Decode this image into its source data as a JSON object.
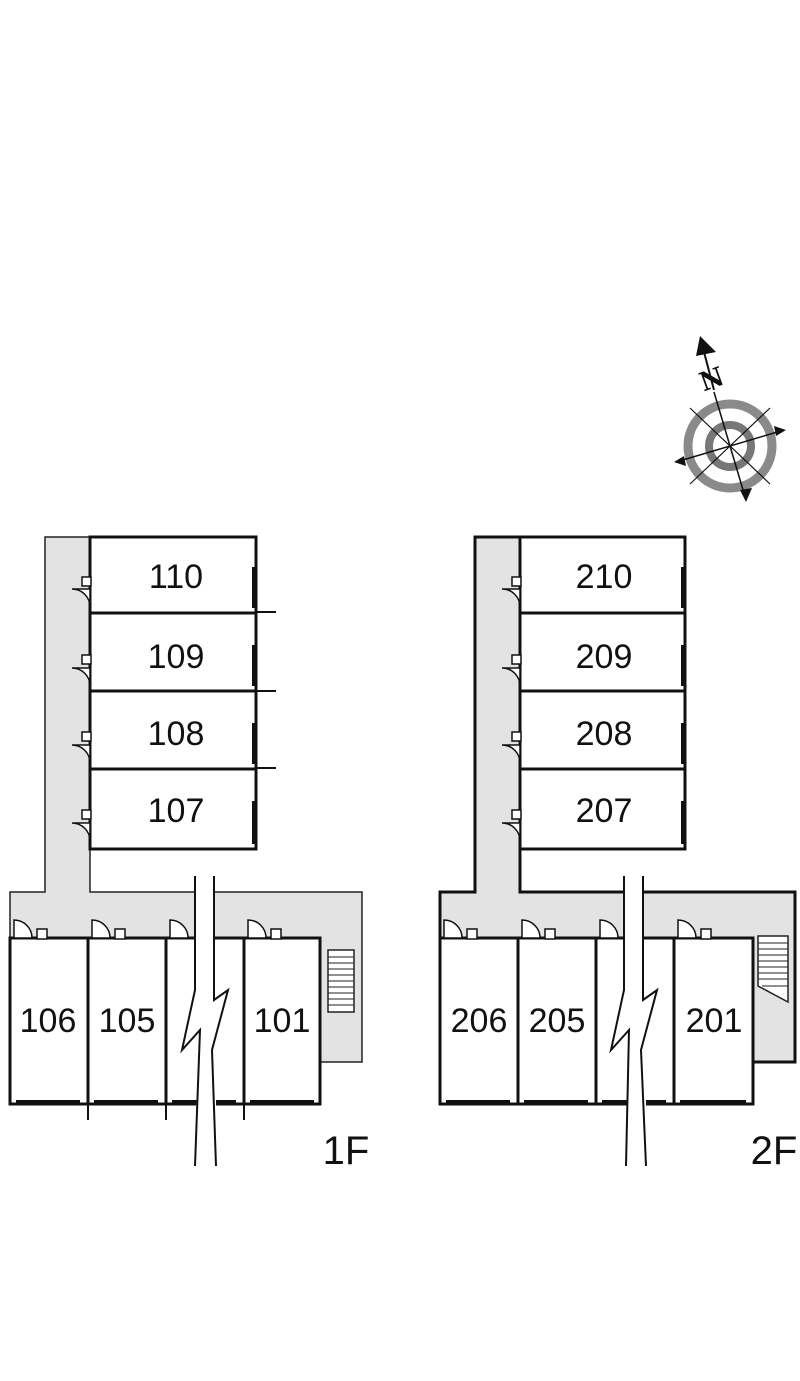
{
  "floor_plan": {
    "floors": [
      {
        "label": "1F",
        "units_north_wing": [
          "110",
          "109",
          "108",
          "107"
        ],
        "units_south_row": [
          "106",
          "105",
          "101"
        ]
      },
      {
        "label": "2F",
        "units_north_wing": [
          "210",
          "209",
          "208",
          "207"
        ],
        "units_south_row": [
          "206",
          "205",
          "201"
        ]
      }
    ],
    "compass": {
      "north_letter": "N"
    },
    "colors": {
      "corridor": "#e3e3e3",
      "wall": "#111111",
      "background": "#ffffff",
      "compass_ring": "#777777"
    }
  }
}
